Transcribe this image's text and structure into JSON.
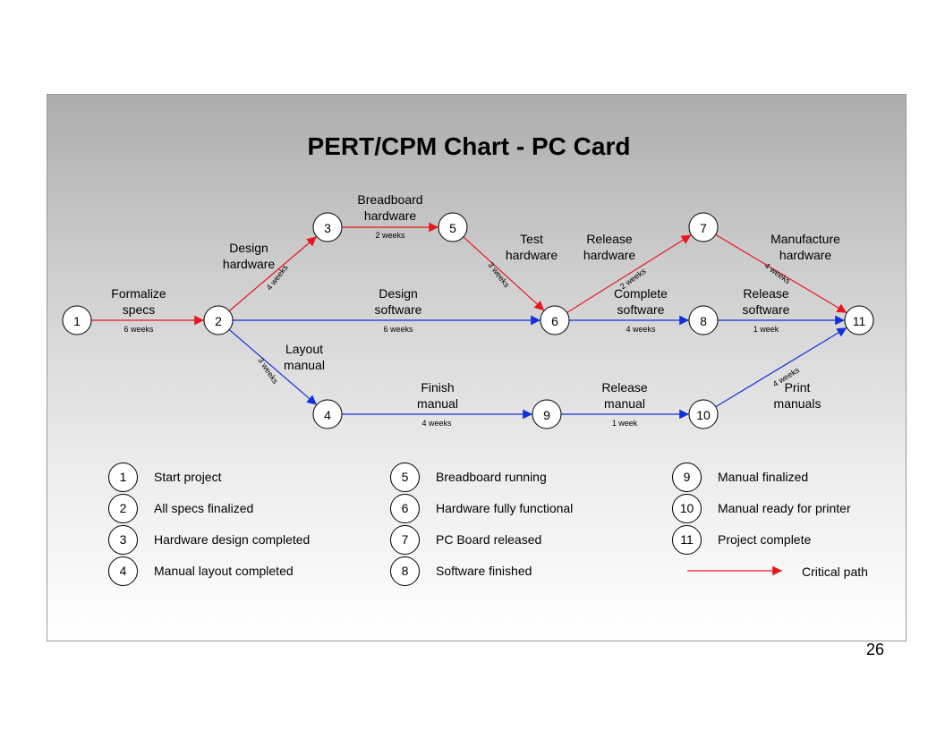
{
  "title": "PERT/CPM Chart - PC Card",
  "page_number": "26",
  "colors": {
    "critical": "#e8171e",
    "normal": "#1230d8"
  },
  "nodes": [
    {
      "id": "1"
    },
    {
      "id": "2"
    },
    {
      "id": "3"
    },
    {
      "id": "4"
    },
    {
      "id": "5"
    },
    {
      "id": "6"
    },
    {
      "id": "7"
    },
    {
      "id": "8"
    },
    {
      "id": "9"
    },
    {
      "id": "10"
    },
    {
      "id": "11"
    }
  ],
  "activities": [
    {
      "from": "1",
      "to": "2",
      "name": [
        "Formalize",
        "specs"
      ],
      "duration": "6 weeks",
      "critical": true
    },
    {
      "from": "2",
      "to": "3",
      "name": [
        "Design",
        "hardware"
      ],
      "duration": "4 weeks",
      "critical": true
    },
    {
      "from": "2",
      "to": "6",
      "name": [
        "Design",
        "software"
      ],
      "duration": "6 weeks",
      "critical": false
    },
    {
      "from": "2",
      "to": "4",
      "name": [
        "Layout",
        "manual"
      ],
      "duration": "3 weeks",
      "critical": false
    },
    {
      "from": "3",
      "to": "5",
      "name": [
        "Breadboard",
        "hardware"
      ],
      "duration": "2 weeks",
      "critical": true
    },
    {
      "from": "5",
      "to": "6",
      "name": [
        "Test",
        "hardware"
      ],
      "duration": "3 weeks",
      "critical": true
    },
    {
      "from": "6",
      "to": "7",
      "name": [
        "Release",
        "hardware"
      ],
      "duration": "2 weeks",
      "critical": true
    },
    {
      "from": "6",
      "to": "8",
      "name": [
        "Complete",
        "software"
      ],
      "duration": "4 weeks",
      "critical": false
    },
    {
      "from": "7",
      "to": "11",
      "name": [
        "Manufacture",
        "hardware"
      ],
      "duration": "4 weeks",
      "critical": true
    },
    {
      "from": "8",
      "to": "11",
      "name": [
        "Release",
        "software"
      ],
      "duration": "1 week",
      "critical": false
    },
    {
      "from": "4",
      "to": "9",
      "name": [
        "Finish",
        "manual"
      ],
      "duration": "4 weeks",
      "critical": false
    },
    {
      "from": "9",
      "to": "10",
      "name": [
        "Release",
        "manual"
      ],
      "duration": "1 week",
      "critical": false
    },
    {
      "from": "10",
      "to": "11",
      "name": [
        "Print",
        "manuals"
      ],
      "duration": "4 weeks",
      "critical": false
    }
  ],
  "legend": {
    "events": [
      {
        "number": "1",
        "label": "Start project"
      },
      {
        "number": "2",
        "label": "All specs finalized"
      },
      {
        "number": "3",
        "label": "Hardware design completed"
      },
      {
        "number": "4",
        "label": "Manual layout completed"
      },
      {
        "number": "5",
        "label": "Breadboard running"
      },
      {
        "number": "6",
        "label": "Hardware fully functional"
      },
      {
        "number": "7",
        "label": "PC Board released"
      },
      {
        "number": "8",
        "label": "Software finished"
      },
      {
        "number": "9",
        "label": "Manual finalized"
      },
      {
        "number": "10",
        "label": "Manual ready for printer"
      },
      {
        "number": "11",
        "label": "Project complete"
      }
    ],
    "critical_path_label": "Critical path"
  }
}
